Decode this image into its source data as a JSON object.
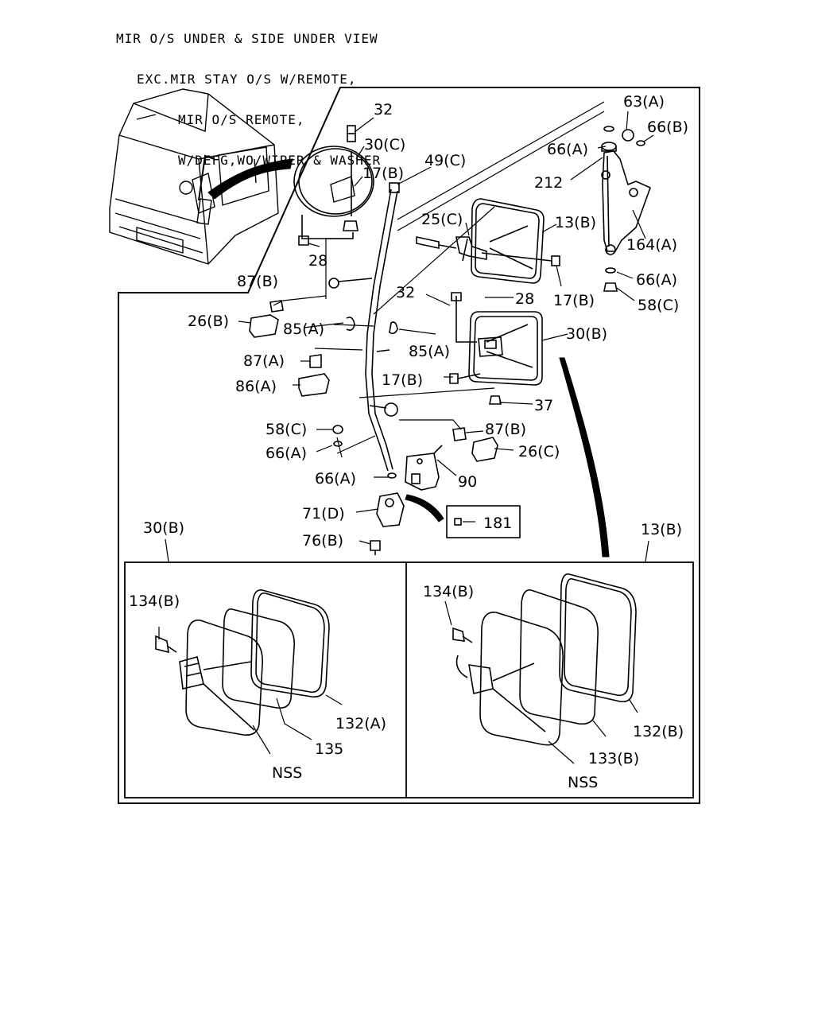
{
  "header": {
    "line1": "MIR O/S UNDER & SIDE UNDER VIEW",
    "line2": "EXC.MIR STAY O/S W/REMOTE,",
    "line3": "MIR O/S REMOTE,",
    "line4": "W/DEFG,WO/WIPER & WASHER"
  },
  "callouts": {
    "c32_top": "32",
    "c30C": "30(C)",
    "c17B_top": "17(B)",
    "c28_left": "28",
    "c49C": "49(C)",
    "c25C": "25(C)",
    "c13B": "13(B)",
    "c17B_mid": "17(B)",
    "c63A": "63(A)",
    "c66B": "66(B)",
    "c66A_top": "66(A)",
    "c212": "212",
    "c164A": "164(A)",
    "c66A_right": "66(A)",
    "c58C_right": "58(C)",
    "c87B_top": "87(B)",
    "c26B": "26(B)",
    "c85A_left": "85(A)",
    "c85A_right": "85(A)",
    "c32_mid": "32",
    "c28_mid": "28",
    "c30B": "30(B)",
    "c87A": "87(A)",
    "c86A": "86(A)",
    "c17B_low": "17(B)",
    "c37": "37",
    "c87B_low": "87(B)",
    "c58C_left": "58(C)",
    "c26C": "26(C)",
    "c66A_left": "66(A)",
    "c66A_low": "66(A)",
    "c90": "90",
    "c71D": "71(D)",
    "c181": "181",
    "c76B": "76(B)",
    "c30B_detail": "30(B)",
    "c13B_detail": "13(B)",
    "c134B_left": "134(B)",
    "c132A": "132(A)",
    "c135": "135",
    "cNSS_left": "NSS",
    "c134B_right": "134(B)",
    "c132B": "132(B)",
    "c133B": "133(B)",
    "cNSS_right": "NSS"
  }
}
